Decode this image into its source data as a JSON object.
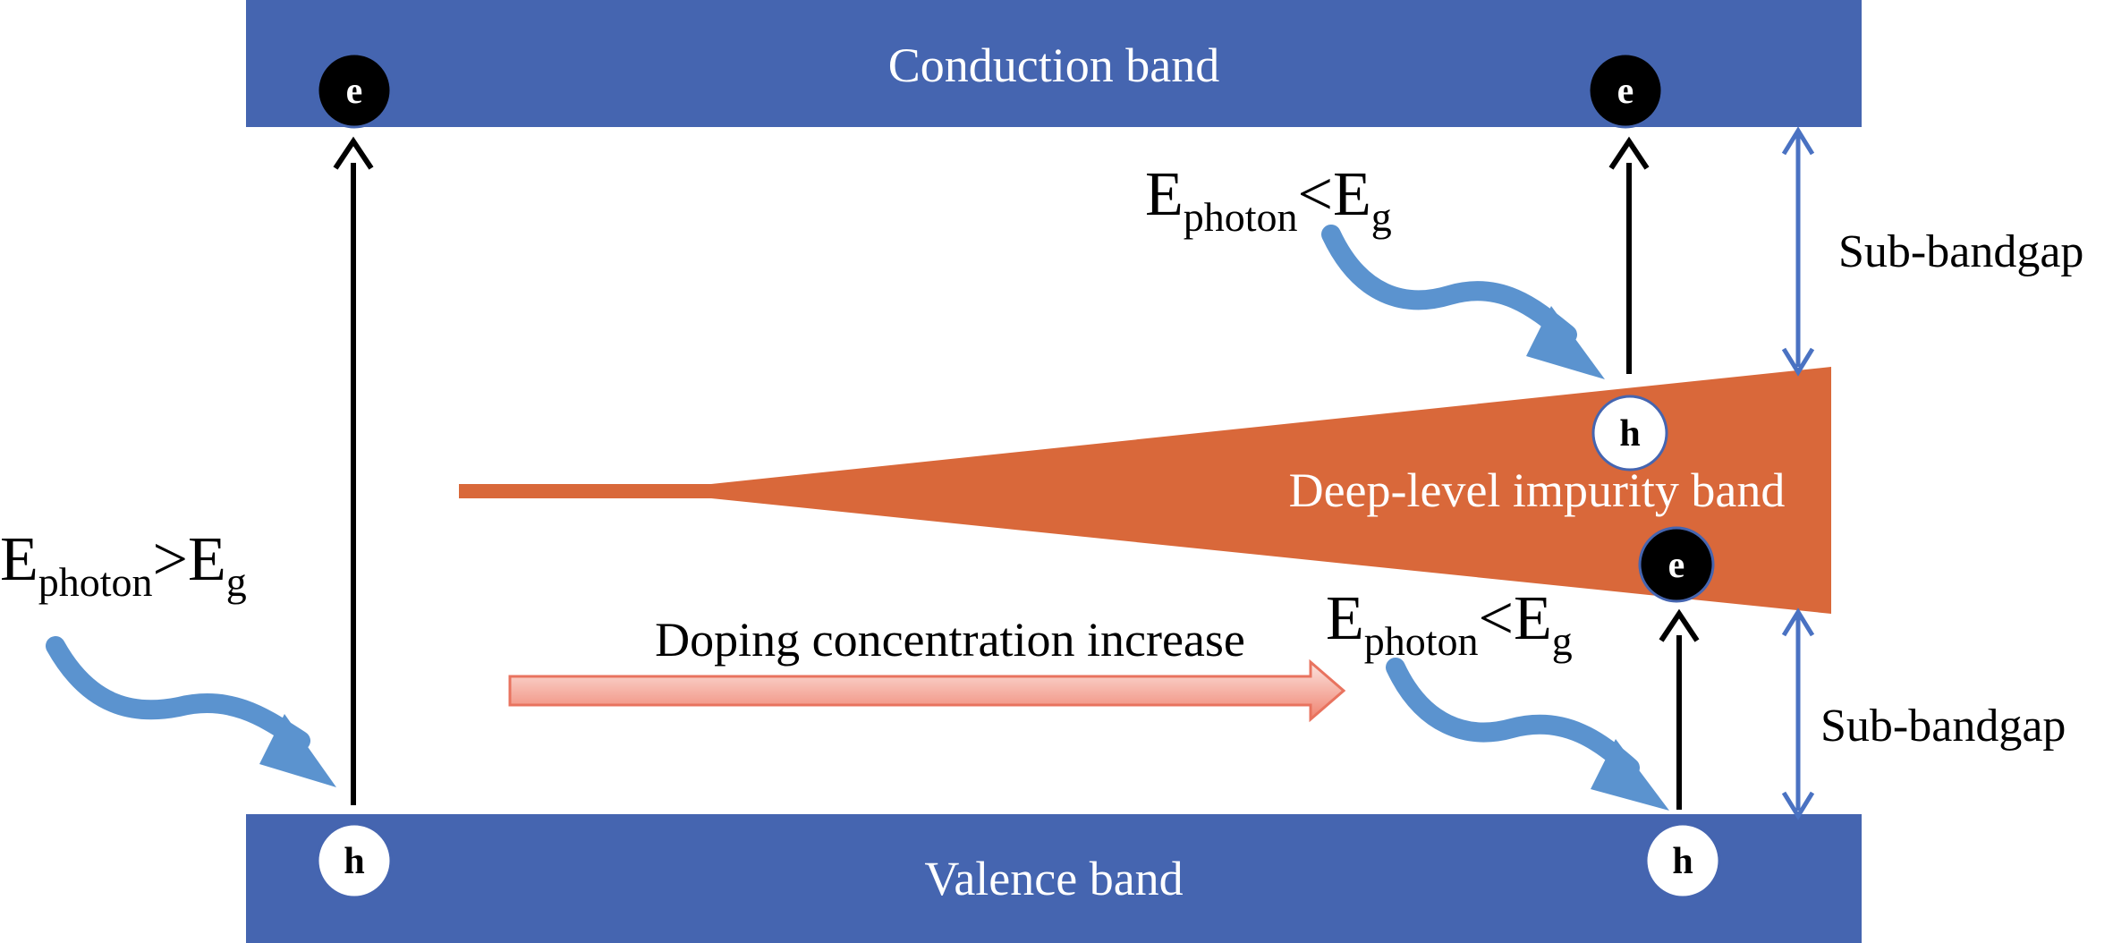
{
  "colors": {
    "band_blue": "#4565B0",
    "impurity_orange": "#D9683A",
    "photon_arrow": "#5B93CF",
    "doping_arrow_start": "#FBE4DF",
    "doping_arrow_end": "#F0826F",
    "doping_arrow_stroke": "#E8735F",
    "electron": "#000000",
    "hole": "#ffffff",
    "gap_arrow": "#4A72C2"
  },
  "bands": {
    "conduction": "Conduction band",
    "valence": "Valence band",
    "impurity": "Deep-level impurity band"
  },
  "labels": {
    "sub_bandgap_upper": "Sub-bandgap",
    "sub_bandgap_lower": "Sub-bandgap",
    "doping": "Doping concentration increase"
  },
  "equations": {
    "above_gap": {
      "main": "E",
      "sub": "photon",
      "op": ">E",
      "op_sub": "g"
    },
    "upper_sub": {
      "main": "E",
      "sub": "photon",
      "op": "<E",
      "op_sub": "g"
    },
    "lower_sub": {
      "main": "E",
      "sub": "photon",
      "op": "<E",
      "op_sub": "g"
    }
  },
  "carriers": {
    "electron_symbol": "e",
    "hole_symbol": "h"
  }
}
